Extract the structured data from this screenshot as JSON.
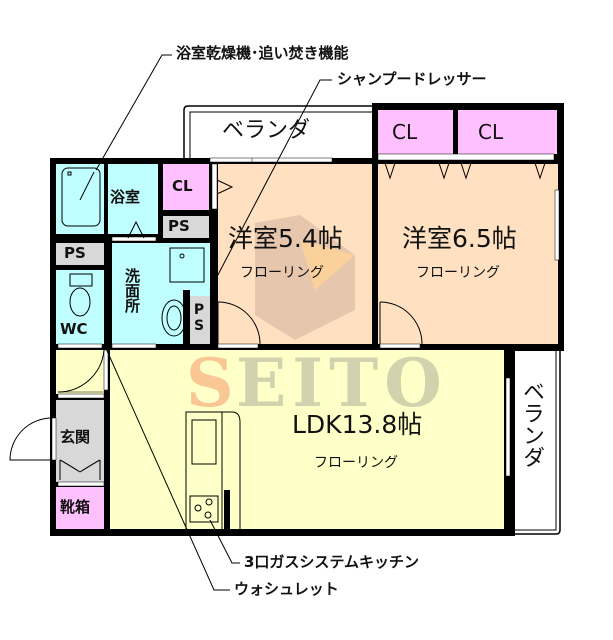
{
  "callouts": {
    "bath_dryer": "浴室乾燥機･追い焚き機能",
    "shampoo_dresser": "シャンプードレッサー",
    "gas_kitchen": "3口ガスシステムキッチン",
    "washlet": "ウォシュレット"
  },
  "rooms": {
    "veranda_top": "ベランダ",
    "veranda_right": "ベランダ",
    "closet_1": "CL",
    "closet_2": "CL",
    "closet_3": "CL",
    "bath": "浴室",
    "ps_1": "PS",
    "ps_2": "PS",
    "ps_3": "PS",
    "washroom": "洗面所",
    "wc": "WC",
    "entrance": "玄関",
    "shoe_box": "靴箱",
    "western_room_1": {
      "name": "洋室5.4帖",
      "floor": "フローリング"
    },
    "western_room_2": {
      "name": "洋室6.5帖",
      "floor": "フローリング"
    },
    "ldk": {
      "name": "LDK13.8帖",
      "floor": "フローリング"
    }
  },
  "watermark": {
    "text_first": "S",
    "text_rest": "EITO"
  },
  "colors": {
    "wall": "#000000",
    "western_room": "#ffe0c0",
    "ldk": "#ffffc8",
    "wet_area": "#c0ffff",
    "closet": "#ffc0ff",
    "ps": "#d8d8d8",
    "entrance": "#d8d8d8",
    "watermark_s": "#f8b888",
    "watermark_text": "#c8c8a8"
  }
}
